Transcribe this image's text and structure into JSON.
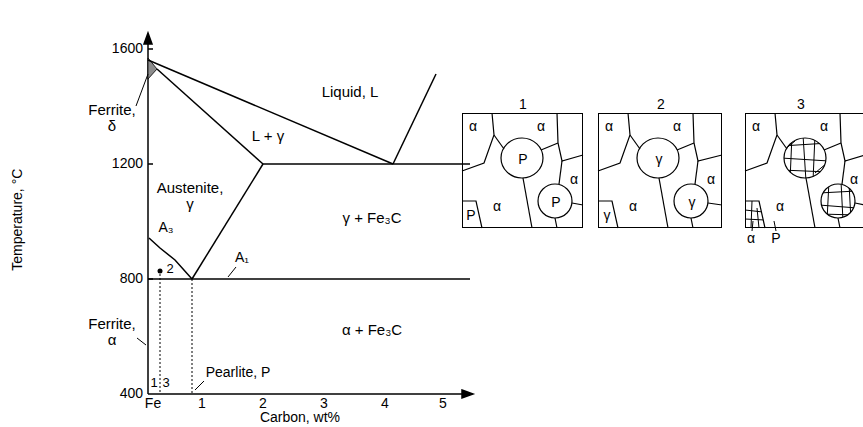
{
  "diagram": {
    "nodes": [
      {
        "text": [
          "1",
          "α",
          "α",
          "P",
          "α",
          "α",
          "P",
          "P"
        ]
      },
      {
        "text": [
          "2",
          "α",
          "α",
          "γ",
          "α",
          "α",
          "γ",
          "γ"
        ]
      },
      {
        "text": [
          "3",
          "α",
          "α",
          "α",
          "α"
        ]
      }
    ],
    "labels": [
      "1600",
      "Liquid, L",
      "Ferrite, δ",
      "1200",
      "L + γ",
      "Austenite, γ",
      "γ + Fe₃C",
      "A₃",
      "2",
      "A₁",
      "800",
      "Ferrite, α",
      "α + Fe₃C",
      "Temperature, °C",
      "1",
      "3",
      "Pearlite, P",
      "400",
      "Fe",
      "1",
      "2",
      "3",
      "4",
      "5",
      "Carbon, wt%",
      "α",
      "P"
    ]
  }
}
